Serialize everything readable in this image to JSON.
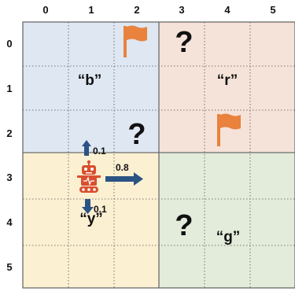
{
  "grid": {
    "col_labels": [
      "0",
      "1",
      "2",
      "3",
      "4",
      "5"
    ],
    "row_labels": [
      "0",
      "1",
      "2",
      "3",
      "4",
      "5"
    ]
  },
  "regions": [
    {
      "label": "“b”",
      "color": "#dfe7f2"
    },
    {
      "label": "“r”",
      "color": "#f5e2d8"
    },
    {
      "label": "“y”",
      "color": "#fbf0d2"
    },
    {
      "label": "“g”",
      "color": "#e3ecda"
    }
  ],
  "markers": {
    "question_mark": "?",
    "flag_color": "#e8823d",
    "robot_color": "#d94f2f",
    "arrow_color": "#2b5383"
  },
  "transition_probs": {
    "up": "0.1",
    "right": "0.8",
    "down": "0.1"
  }
}
